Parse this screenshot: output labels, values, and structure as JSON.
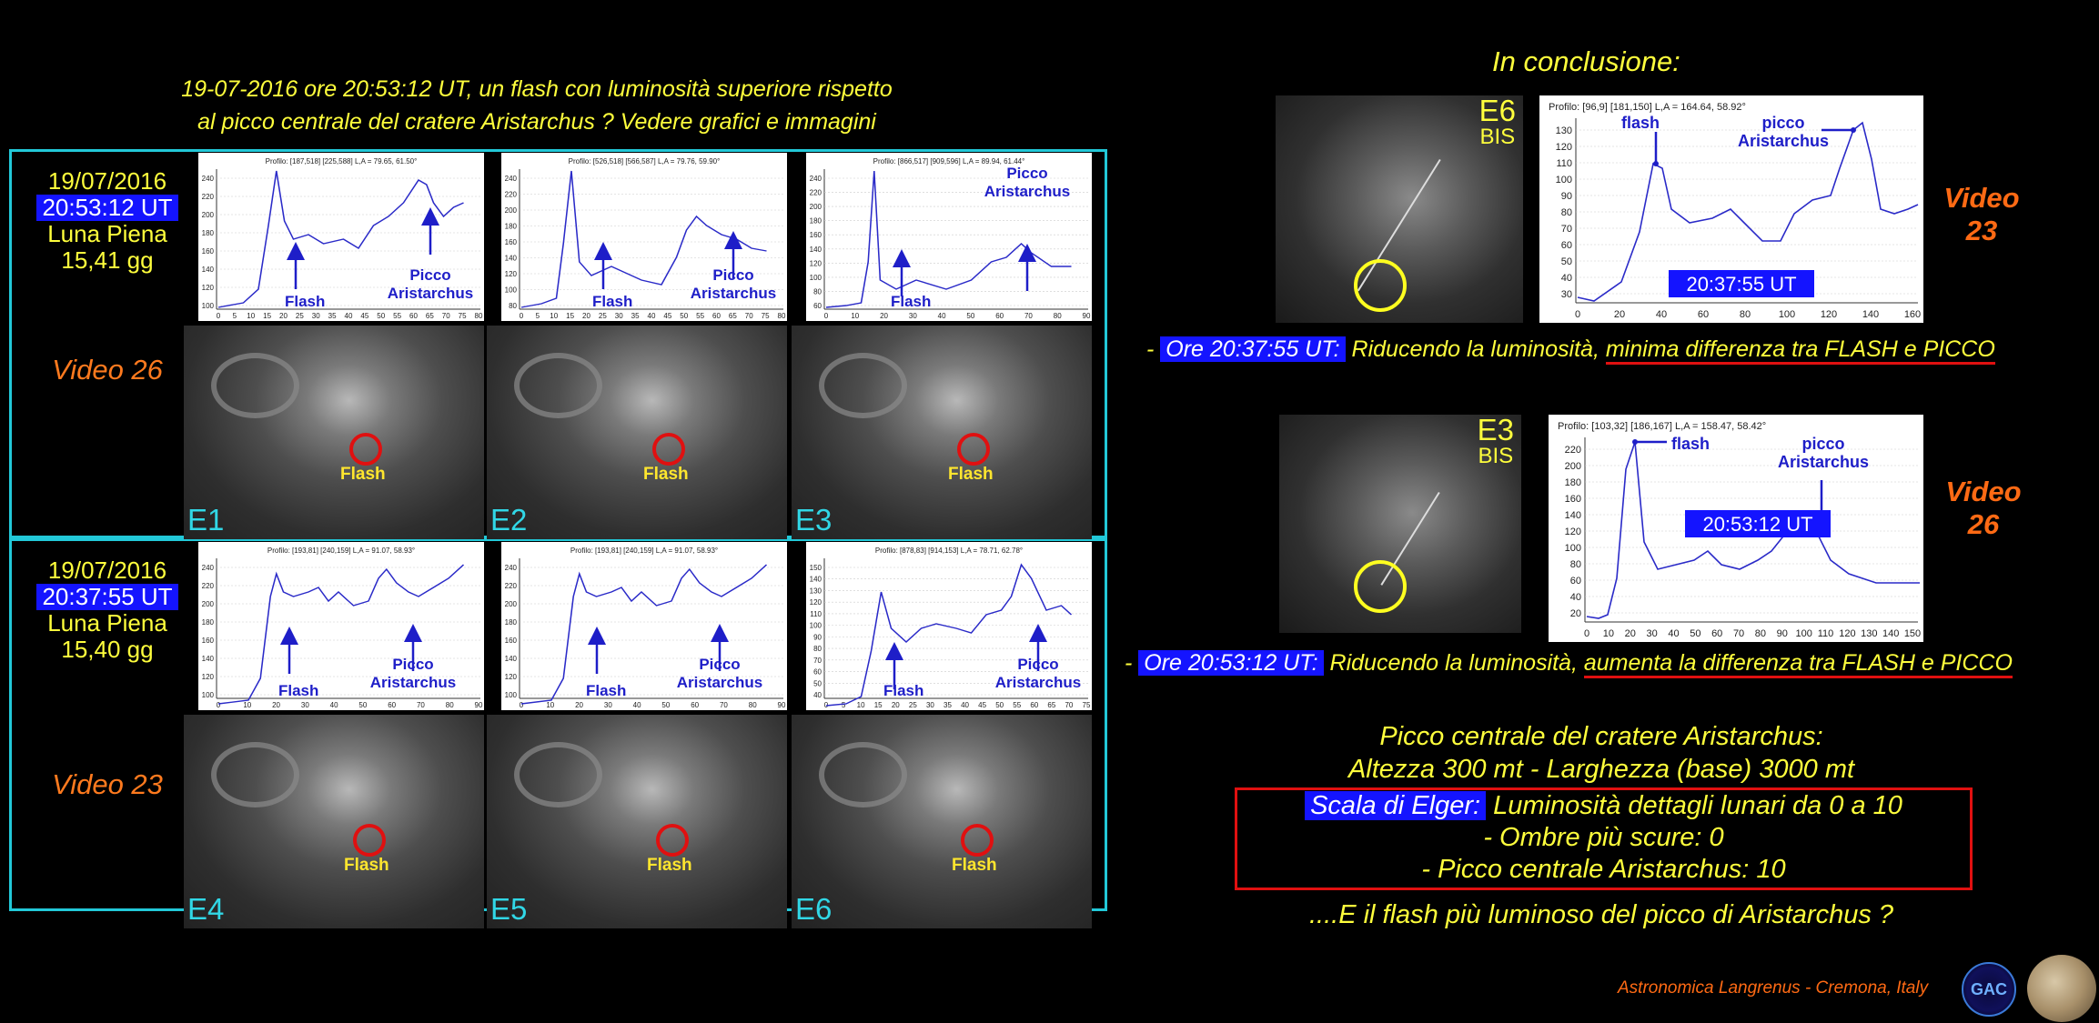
{
  "title": {
    "line1": "19-07-2016 ore 20:53:12 UT, un flash con luminosità superiore rispetto",
    "line2": "al picco centrale del cratere Aristarchus ? Vedere grafici e immagini"
  },
  "rows": [
    {
      "date": "19/07/2016",
      "time": "20:53:12 UT",
      "phase": "Luna Piena",
      "age": "15,41 gg",
      "video": "Video 26",
      "cells": [
        {
          "label": "E1",
          "flash_label": "Flash",
          "graph_flash": "Flash",
          "graph_peak1": "Picco",
          "graph_peak2": "Aristarchus",
          "header": "Profilo: [187,518] [225,588] L,A = 79.65, 61.50°",
          "yticks": [
            "240",
            "220",
            "200",
            "180",
            "160",
            "140",
            "120",
            "100"
          ],
          "xticks": [
            "0",
            "5",
            "10",
            "15",
            "20",
            "25",
            "30",
            "35",
            "40",
            "45",
            "50",
            "55",
            "60",
            "65",
            "70",
            "75",
            "80"
          ]
        },
        {
          "label": "E2",
          "flash_label": "Flash",
          "graph_flash": "Flash",
          "graph_peak1": "Picco",
          "graph_peak2": "Aristarchus",
          "header": "Profilo: [526,518] [566,587] L,A = 79.76, 59.90°",
          "yticks": [
            "240",
            "220",
            "200",
            "180",
            "160",
            "140",
            "120",
            "100",
            "80"
          ],
          "xticks": [
            "0",
            "5",
            "10",
            "15",
            "20",
            "25",
            "30",
            "35",
            "40",
            "45",
            "50",
            "55",
            "60",
            "65",
            "70",
            "75",
            "80"
          ]
        },
        {
          "label": "E3",
          "flash_label": "Flash",
          "graph_flash": "Flash",
          "graph_peak1": "Picco",
          "graph_peak2": "Aristarchus",
          "header": "Profilo: [866,517] [909,596] L,A = 89.94, 61.44°",
          "yticks": [
            "240",
            "220",
            "200",
            "180",
            "160",
            "140",
            "120",
            "100",
            "80",
            "60"
          ],
          "xticks": [
            "0",
            "10",
            "20",
            "30",
            "40",
            "50",
            "60",
            "70",
            "80",
            "90"
          ]
        }
      ]
    },
    {
      "date": "19/07/2016",
      "time": "20:37:55 UT",
      "phase": "Luna Piena",
      "age": "15,40 gg",
      "video": "Video 23",
      "cells": [
        {
          "label": "E4",
          "flash_label": "Flash",
          "graph_flash": "Flash",
          "graph_peak1": "Picco",
          "graph_peak2": "Aristarchus",
          "header": "Profilo: [193,81] [240,159] L,A = 91.07, 58.93°",
          "yticks": [
            "240",
            "220",
            "200",
            "180",
            "160",
            "140",
            "120",
            "100"
          ],
          "xticks": [
            "0",
            "10",
            "20",
            "30",
            "40",
            "50",
            "60",
            "70",
            "80",
            "90"
          ]
        },
        {
          "label": "E5",
          "flash_label": "Flash",
          "graph_flash": "Flash",
          "graph_peak1": "Picco",
          "graph_peak2": "Aristarchus",
          "header": "Profilo: [193,81] [240,159] L,A = 91.07, 58.93°",
          "yticks": [
            "240",
            "220",
            "200",
            "180",
            "160",
            "140",
            "120",
            "100"
          ],
          "xticks": [
            "0",
            "10",
            "20",
            "30",
            "40",
            "50",
            "60",
            "70",
            "80",
            "90"
          ]
        },
        {
          "label": "E6",
          "flash_label": "Flash",
          "graph_flash": "Flash",
          "graph_peak1": "Picco",
          "graph_peak2": "Aristarchus",
          "header": "Profilo: [878,83] [914,153] L,A = 78.71, 62.78°",
          "yticks": [
            "150",
            "140",
            "130",
            "120",
            "110",
            "100",
            "90",
            "80",
            "70",
            "60",
            "50",
            "40"
          ],
          "xticks": [
            "0",
            "5",
            "10",
            "15",
            "20",
            "25",
            "30",
            "35",
            "40",
            "45",
            "50",
            "55",
            "60",
            "65",
            "70",
            "75"
          ]
        }
      ]
    }
  ],
  "conclusion": {
    "heading": "In conclusione:",
    "panelA": {
      "label": "E6",
      "sub": "BIS",
      "header": "Profilo: [96,9] [181,150] L,A = 164.64, 58.92°",
      "flash": "flash",
      "peak1": "picco",
      "peak2": "Aristarchus",
      "time_box": "20:37:55 UT",
      "video1": "Video",
      "video2": "23",
      "yticks": [
        "130",
        "120",
        "110",
        "100",
        "90",
        "80",
        "70",
        "60",
        "50",
        "40",
        "30"
      ],
      "xticks": [
        "0",
        "20",
        "40",
        "60",
        "80",
        "100",
        "120",
        "140",
        "160"
      ]
    },
    "captionA": {
      "prefix": "- ",
      "time": "Ore 20:37:55 UT:",
      "text": " Riducendo la luminosità, ",
      "underlined": "minima differenza tra FLASH e PICCO"
    },
    "panelB": {
      "label": "E3",
      "sub": "BIS",
      "header": "Profilo: [103,32] [186,167] L,A = 158.47, 58.42°",
      "flash": "flash",
      "peak1": "picco",
      "peak2": "Aristarchus",
      "time_box": "20:53:12 UT",
      "video1": "Video",
      "video2": "26",
      "yticks": [
        "220",
        "200",
        "180",
        "160",
        "140",
        "120",
        "100",
        "80",
        "60",
        "40",
        "20"
      ],
      "xticks": [
        "0",
        "10",
        "20",
        "30",
        "40",
        "50",
        "60",
        "70",
        "80",
        "90",
        "100",
        "110",
        "120",
        "130",
        "140",
        "150"
      ]
    },
    "captionB": {
      "prefix": "- ",
      "time": "Ore 20:53:12 UT:",
      "text": " Riducendo la luminosità, ",
      "underlined": "aumenta la differenza tra FLASH e PICCO"
    },
    "facts": {
      "line1": "Picco centrale del cratere Aristarchus:",
      "line2": "Altezza 300 mt - Larghezza (base) 3000 mt",
      "elger_label": "Scala di Elger:",
      "elger_text": " Luminosità dettagli lunari da 0 a 10",
      "elger_line2": "- Ombre più scure: 0",
      "elger_line3": "- Picco centrale Aristarchus: 10",
      "question": "....E il flash più luminoso del picco di Aristarchus ?"
    }
  },
  "credit": "Astronomica Langrenus - Cremona, Italy",
  "logo_text": "GAC"
}
